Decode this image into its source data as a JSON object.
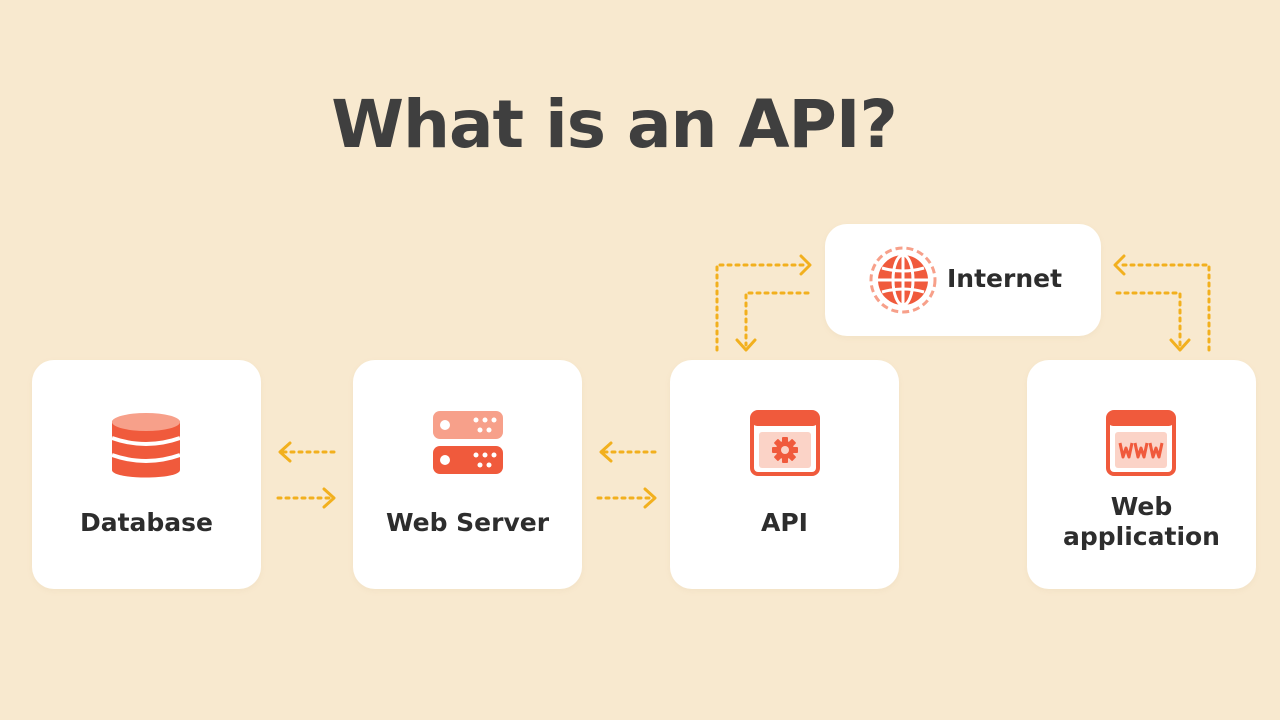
{
  "title": "What is an API?",
  "nodes": {
    "database": "Database",
    "web_server": "Web Server",
    "api": "API",
    "internet": "Internet",
    "web_application_line1": "Web",
    "web_application_line2": "application"
  },
  "colors": {
    "background": "#f8e9cf",
    "accent": "#f05a3c",
    "accent_light": "#f7a08a",
    "arrow": "#f2b01e",
    "title": "#3f3f3f"
  },
  "icons": {
    "database": "database-icon",
    "web_server": "server-icon",
    "api": "gear-window-icon",
    "internet": "globe-icon",
    "web_application": "www-window-icon"
  }
}
